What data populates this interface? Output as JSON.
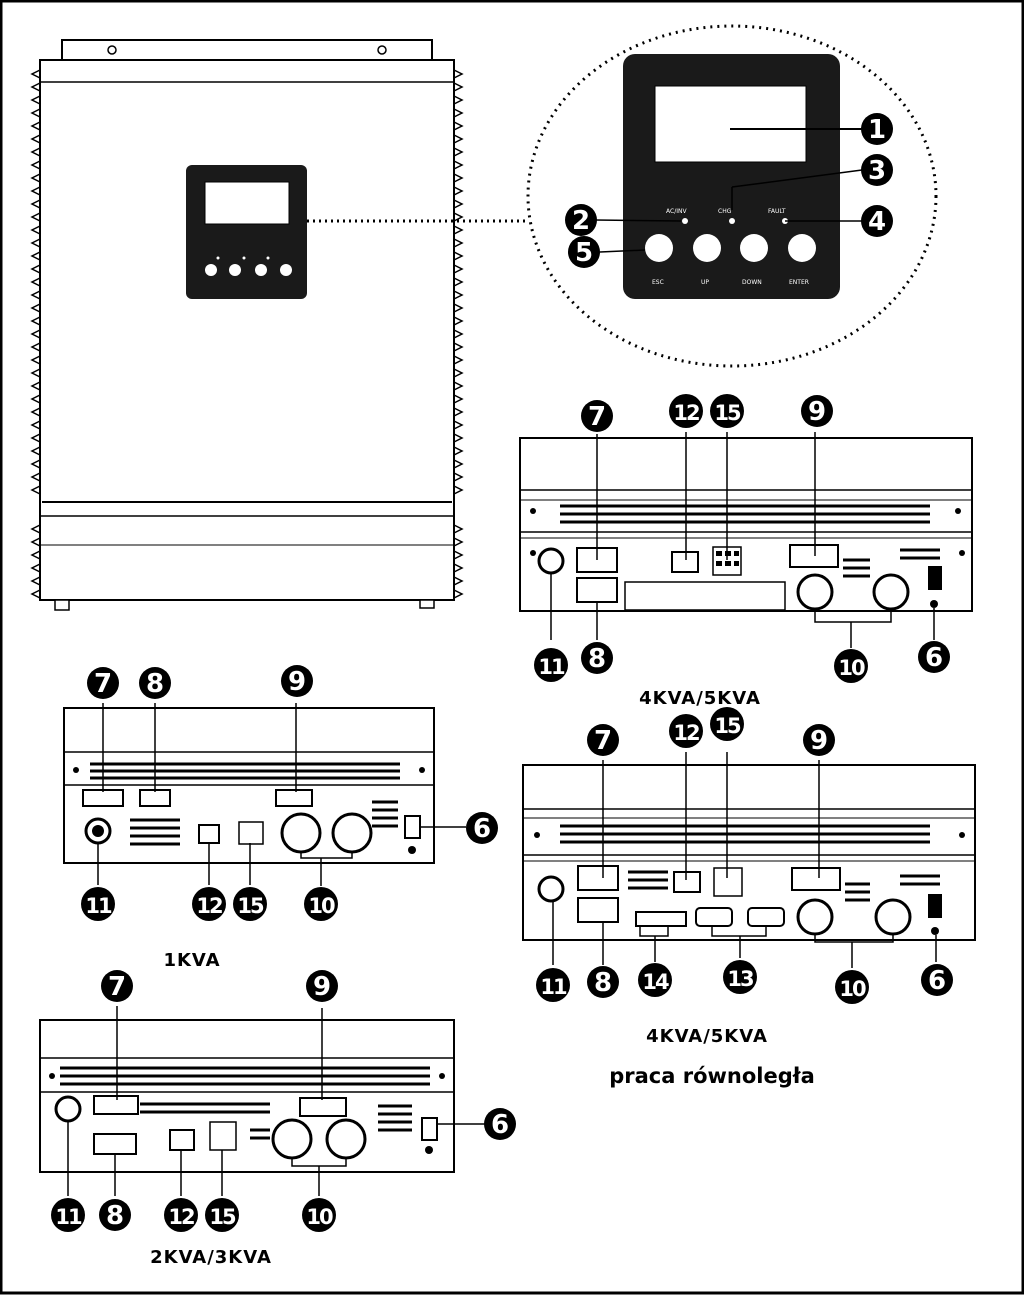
{
  "captions": {
    "kva45": "4KVA/5KVA",
    "kva1": "1KVA",
    "kva45_parallel": "4KVA/5KVA",
    "parallel_label": "praca równoległa",
    "kva23": "2KVA/3KVA"
  },
  "panel": {
    "led_labels": [
      "AC/INV",
      "CHG",
      "FAULT"
    ],
    "button_labels": [
      "ESC",
      "UP",
      "DOWN",
      "ENTER"
    ]
  },
  "badges": {
    "b1": "1",
    "b2": "2",
    "b3": "3",
    "b4": "4",
    "b5": "5",
    "k45_7": "7",
    "k45_12": "12",
    "k45_15": "15",
    "k45_9": "9",
    "k45_11": "11",
    "k45_8": "8",
    "k45_10": "10",
    "k45_6": "6",
    "k1_7": "7",
    "k1_8": "8",
    "k1_9": "9",
    "k1_6": "6",
    "k1_11": "11",
    "k1_12": "12",
    "k1_15": "15",
    "k1_10": "10",
    "kp_7": "7",
    "kp_12": "12",
    "kp_15": "15",
    "kp_9": "9",
    "kp_11": "11",
    "kp_8": "8",
    "kp_14": "14",
    "kp_13": "13",
    "kp_10": "10",
    "kp_6": "6",
    "k23_7": "7",
    "k23_9": "9",
    "k23_6": "6",
    "k23_11": "11",
    "k23_8": "8",
    "k23_12": "12",
    "k23_15": "15",
    "k23_10": "10"
  },
  "colors": {
    "line": "#000000",
    "badge": "#000000",
    "panel": "#1a1a1a"
  }
}
